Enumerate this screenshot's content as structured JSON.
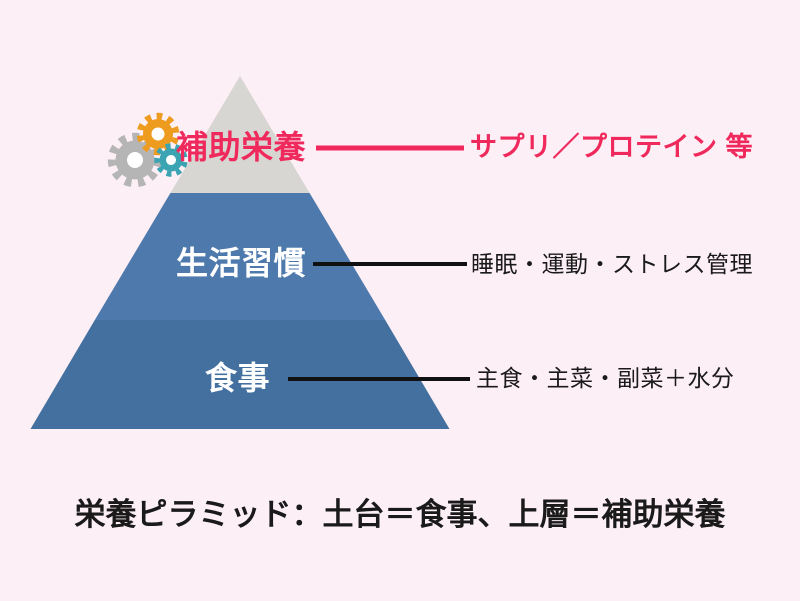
{
  "diagram": {
    "title_caption": "栄養ピラミッド：土台＝食事、上層＝補助栄養",
    "levels": [
      {
        "id": "supplement",
        "position": "top",
        "label": "補助栄養",
        "annotation": "サプリ／プロテイン 等"
      },
      {
        "id": "lifestyle",
        "position": "middle",
        "label": "生活習慣",
        "annotation": "睡眠・運動・ストレス管理"
      },
      {
        "id": "diet",
        "position": "bottom",
        "label": "食事",
        "annotation": "主食・主菜・副菜＋水分"
      }
    ],
    "icons": [
      {
        "name": "gear-gray-icon"
      },
      {
        "name": "gear-orange-icon"
      },
      {
        "name": "gear-teal-icon"
      }
    ]
  },
  "colors": {
    "background": "#fdeff6",
    "pyramid_top": "#d7d6d2",
    "pyramid_middle": "#4e79ad",
    "pyramid_bottom": "#44709f",
    "accent_red": "#f0295c",
    "connector_black": "#111111",
    "text_black": "#1a1a1a",
    "text_white": "#ffffff",
    "gear_gray": "#b5b5b5",
    "gear_orange": "#ee9c20",
    "gear_teal": "#3aa4b2",
    "gear_hole": "#ffffff"
  }
}
